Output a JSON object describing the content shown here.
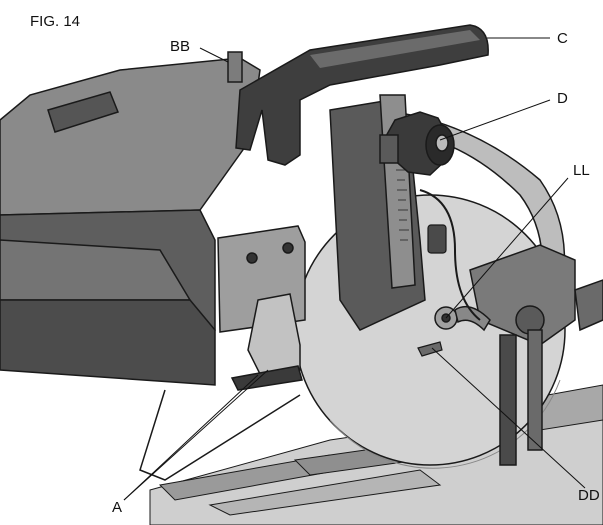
{
  "figure": {
    "number": "FIG. 14",
    "callouts": {
      "A": "A",
      "BB": "BB",
      "C": "C",
      "D": "D",
      "LL": "LL",
      "DD": "DD"
    }
  },
  "colors": {
    "background": "#ffffff",
    "body_dark": "#5e5e5e",
    "body_mid": "#8c8c8c",
    "body_light": "#c4c4c4",
    "blade": "#d4d4d4",
    "outline": "#1a1a1a"
  }
}
